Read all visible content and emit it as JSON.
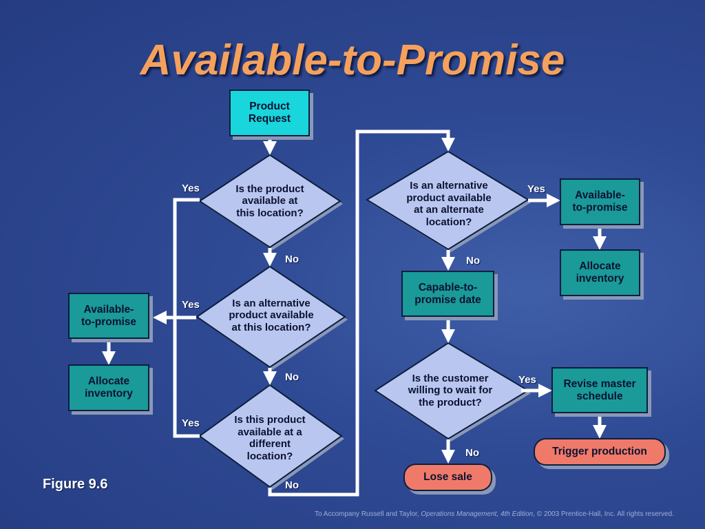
{
  "title": "Available-to-Promise",
  "figure_label": "Figure 9.6",
  "footer": {
    "prefix": "To Accompany Russell and Taylor, ",
    "book": "Operations Management, 4th Edition",
    "suffix": ", © 2003 Prentice-Hall, Inc. All rights reserved."
  },
  "nodes": {
    "product_request": "Product\nRequest",
    "d1": "Is the product\navailable at\nthis location?",
    "d2": "Is an alternative\nproduct available\nat this location?",
    "d3": "Is this product\navailable at a\ndifferent\nlocation?",
    "atp_left": "Available-\nto-promise",
    "alloc_left": "Allocate\ninventory",
    "d4": "Is an alternative\nproduct available\nat an alternate\nlocation?",
    "atp_right": "Available-\nto-promise",
    "alloc_right": "Allocate\ninventory",
    "ctp": "Capable-to-\npromise date",
    "d5": "Is the customer\nwilling to wait for\nthe product?",
    "revise": "Revise master\nschedule",
    "trigger": "Trigger production",
    "lose_sale": "Lose sale"
  },
  "labels": {
    "yes": "Yes",
    "no": "No"
  },
  "colors": {
    "teal_box": "#1a9a99",
    "cyan_box": "#19d6dd",
    "diamond": "#b9c6f0",
    "terminal": "#f07a6a",
    "title": "#f5a15c",
    "arrow": "#ffffff"
  }
}
